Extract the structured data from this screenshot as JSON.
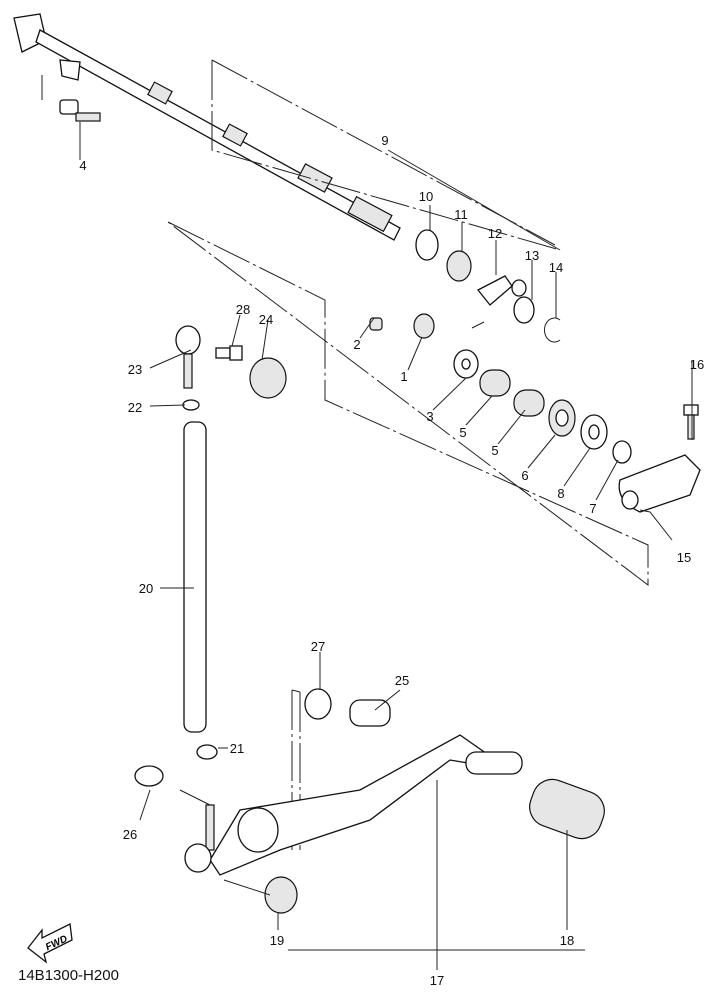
{
  "diagram": {
    "code": "14B1300-H200",
    "fwd_label": "FWD",
    "labels": {
      "p1": "1",
      "p2": "2",
      "p3": "3",
      "p4": "4",
      "p5a": "5",
      "p5b": "5",
      "p6": "6",
      "p7": "7",
      "p8": "8",
      "p9": "9",
      "p10": "10",
      "p11": "11",
      "p12": "12",
      "p13": "13",
      "p14": "14",
      "p15": "15",
      "p16": "16",
      "p17": "17",
      "p18": "18",
      "p19": "19",
      "p20": "20",
      "p21": "21",
      "p22": "22",
      "p23": "23",
      "p24": "24",
      "p25": "25",
      "p26": "26",
      "p27": "27",
      "p28": "28"
    }
  }
}
